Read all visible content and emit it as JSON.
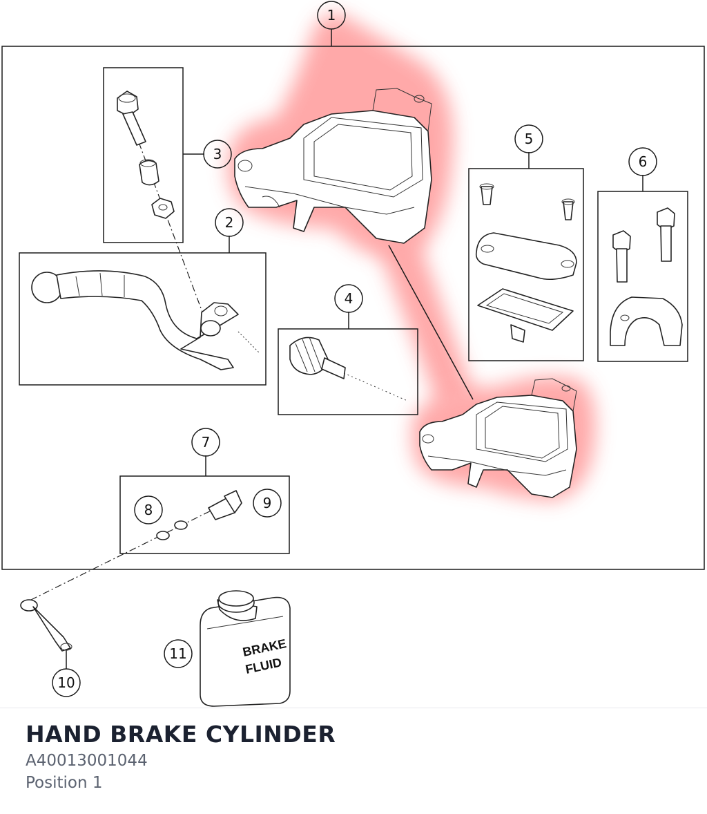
{
  "title": "HAND BRAKE CYLINDER",
  "part_number": "A40013001044",
  "position_label": "Position 1",
  "highlight_color": "#ff9a9a",
  "callouts": {
    "c1": "1",
    "c2": "2",
    "c3": "3",
    "c4": "4",
    "c5": "5",
    "c6": "6",
    "c7": "7",
    "c8": "8",
    "c9": "9",
    "c10": "10",
    "c11": "11"
  },
  "fluid_can_label": [
    "BRAKE",
    "FLUID"
  ]
}
